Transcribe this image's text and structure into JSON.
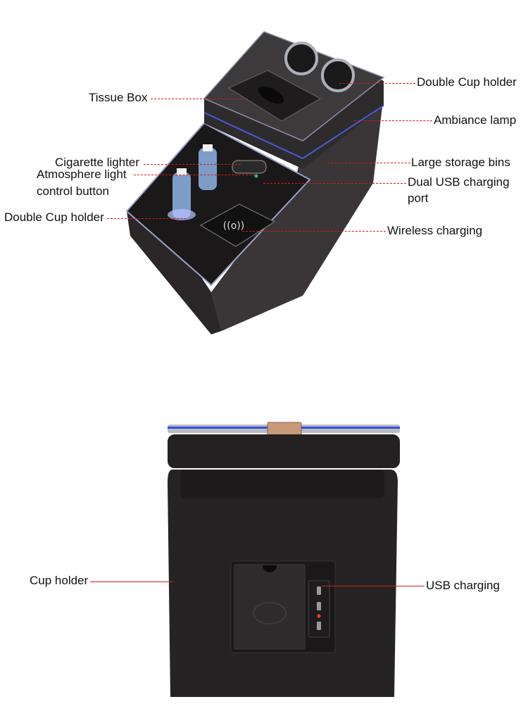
{
  "product_top": {
    "description": "Car center console armrest box, angled top view",
    "callouts": [
      {
        "id": "tissue-box",
        "label": "Tissue Box"
      },
      {
        "id": "double-cup-holder-top",
        "label": "Double Cup holder"
      },
      {
        "id": "ambiance-lamp",
        "label": "Ambiance lamp"
      },
      {
        "id": "cigarette-lighter",
        "label": "Cigarette lighter"
      },
      {
        "id": "atmosphere-light",
        "label": "Atmosphere light control button",
        "line1": "Atmosphere light",
        "line2": "control button"
      },
      {
        "id": "large-storage-bins",
        "label": "Large storage bins"
      },
      {
        "id": "dual-usb",
        "label": "Dual USB charging port",
        "line1": "Dual USB charging",
        "line2": "port"
      },
      {
        "id": "double-cup-holder-front",
        "label": "Double Cup holder"
      },
      {
        "id": "wireless-charging",
        "label": "Wireless charging"
      }
    ]
  },
  "product_rear": {
    "description": "Rear view of console box",
    "callouts": [
      {
        "id": "cup-holder",
        "label": "Cup holder"
      },
      {
        "id": "usb-charging",
        "label": "USB charging"
      }
    ]
  },
  "colors": {
    "leader_line": "#d81b1b",
    "body": "#2a2728",
    "ambient_blue": "#3a4fd0"
  }
}
